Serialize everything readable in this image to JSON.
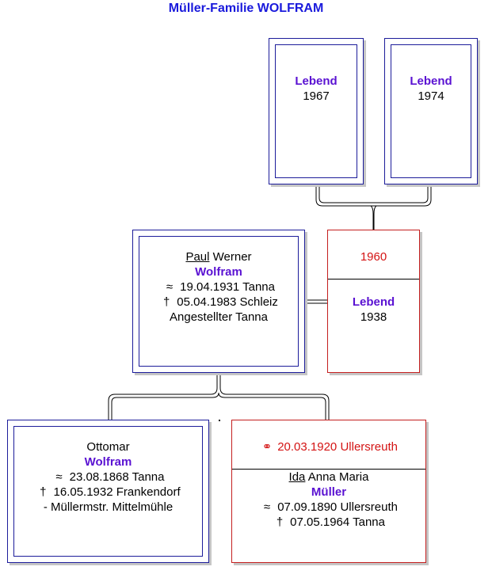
{
  "title": "Müller-Familie WOLFRAM",
  "children": [
    {
      "status": "Lebend",
      "year": "1967"
    },
    {
      "status": "Lebend",
      "year": "1974"
    }
  ],
  "husband": {
    "given_underlined": "Paul",
    "given_rest": " Werner",
    "surname": "Wolfram",
    "birth_symbol": "≈",
    "birth": "19.04.1931 Tanna",
    "death_symbol": "†",
    "death": "05.04.1983 Schleiz",
    "occupation": "Angestellter Tanna"
  },
  "wife": {
    "marriage_year": "1960",
    "status": "Lebend",
    "year": "1938"
  },
  "father": {
    "given": "Ottomar",
    "surname": "Wolfram",
    "birth_symbol": "≈",
    "birth": "23.08.1868 Tanna",
    "death_symbol": "†",
    "death": "16.05.1932 Frankendorf",
    "occupation": "- Müllermstr. Mittelmühle"
  },
  "mother": {
    "marriage_symbol": "⚭",
    "marriage": "20.03.1920 Ullersreuth",
    "given_underlined": "Ida",
    "given_rest": " Anna Maria",
    "surname": "Müller",
    "birth_symbol": "≈",
    "birth": "07.09.1890 Ullersreuth",
    "death_symbol": "†",
    "death": "07.05.1964 Tanna"
  },
  "colors": {
    "blue_border": "#1c1c9a",
    "red_border": "#c41e1e",
    "title": "#1a1adc",
    "surname": "#5a12d2",
    "marriage_text": "#d41414"
  }
}
